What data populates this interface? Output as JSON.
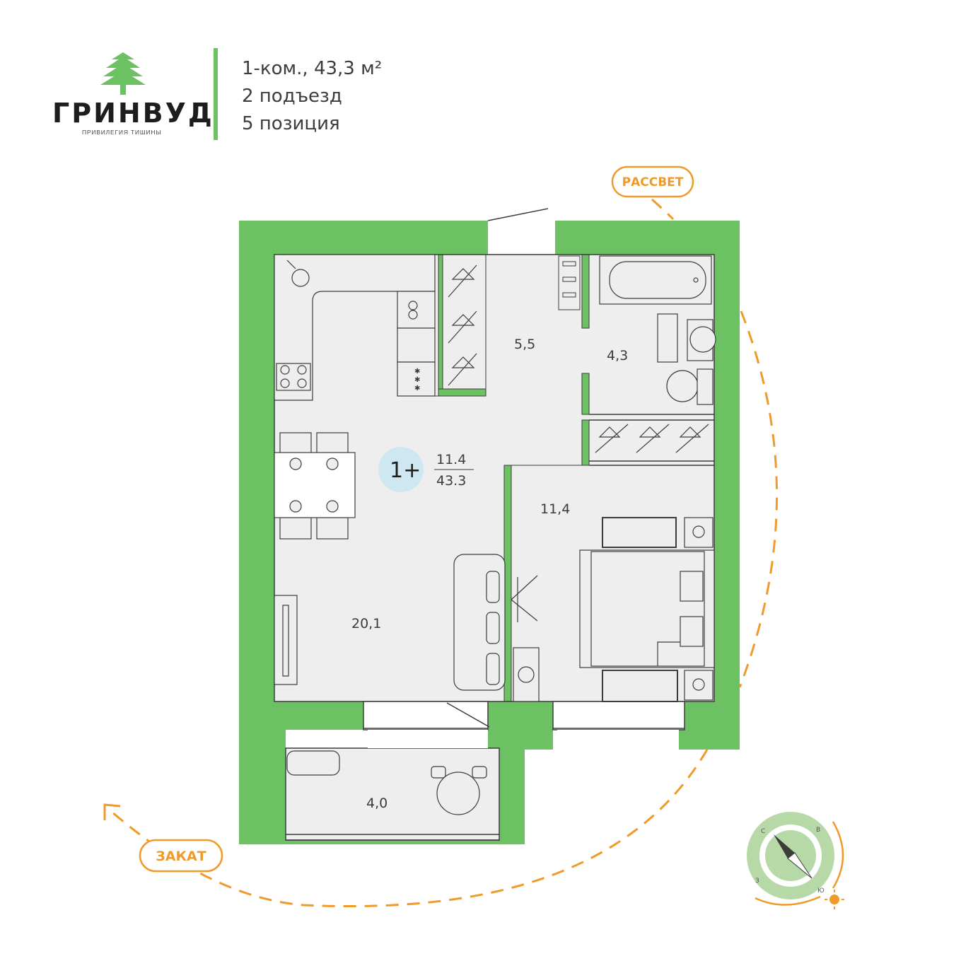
{
  "brand": {
    "name": "ГРИНВУД",
    "slogan": "ПРИВИЛЕГИЯ ТИШИНЫ"
  },
  "apartment": {
    "line1": "1-ком., 43,3 м²",
    "line2": "2 подъезд",
    "line3": "5 позиция"
  },
  "badge": {
    "type": "1+",
    "living": "11.4",
    "total": "43.3"
  },
  "rooms": {
    "kitchen_living": "20,1",
    "hall": "5,5",
    "bathroom": "4,3",
    "bedroom": "11,4",
    "balcony": "4,0"
  },
  "orientation": {
    "sunrise": "РАССВЕТ",
    "sunset": "ЗАКАТ",
    "compass": {
      "n": "С",
      "e": "В",
      "s": "Ю",
      "w": "З"
    }
  },
  "colors": {
    "wall": "#6cc163",
    "floor": "#efeeef",
    "accent": "#ef9a2a",
    "badge": "#cfe7f1",
    "compass": "#b7d9a8"
  }
}
